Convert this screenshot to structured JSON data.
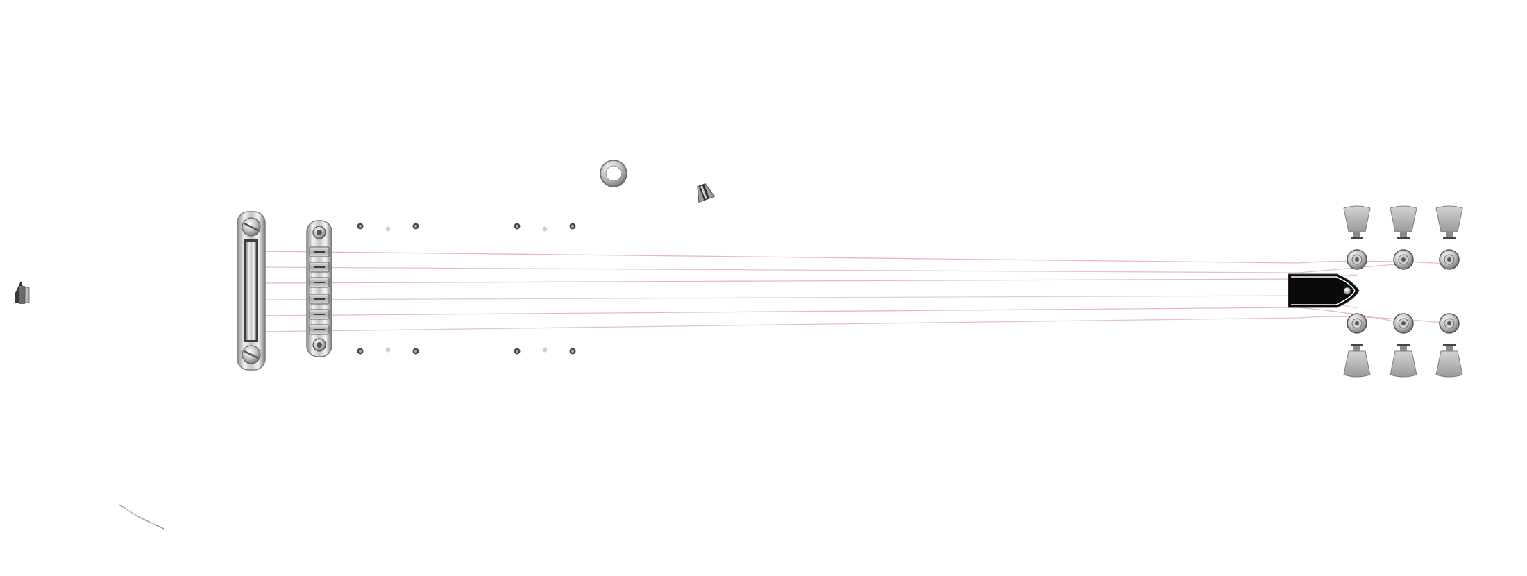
{
  "scene": {
    "subject": "guitar-hardware-exploded-view",
    "background_color": "#ffffff",
    "string_color": "#e9b9bd",
    "string_color_alt": "#d7d2d3",
    "chrome_light": "#f4f4f4",
    "chrome_mid": "#b9b9b9",
    "chrome_dark": "#6c6c6c",
    "truss_cover_color": "#0a0a0a",
    "string_count": 6,
    "tuner_count": 6,
    "pickup_pole_pairs": 2
  }
}
